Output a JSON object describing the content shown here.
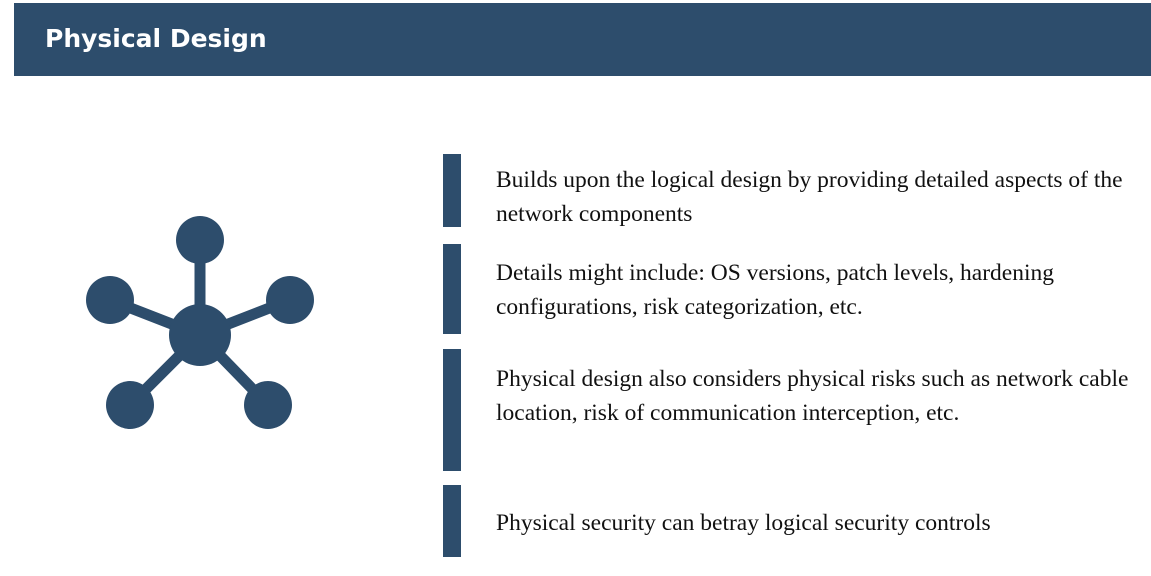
{
  "slide": {
    "title": "Physical Design",
    "accent_color": "#2d4d6c",
    "icon": "network-hub-icon",
    "bullets": [
      {
        "text": "Builds upon the logical design by providing detailed aspects of the network components"
      },
      {
        "text": "Details might include: OS versions, patch levels, hardening configurations, risk categorization, etc."
      },
      {
        "text": "Physical design also considers physical risks such as network cable location, risk of communication interception, etc."
      },
      {
        "text": "Physical security can betray logical security controls"
      }
    ]
  }
}
